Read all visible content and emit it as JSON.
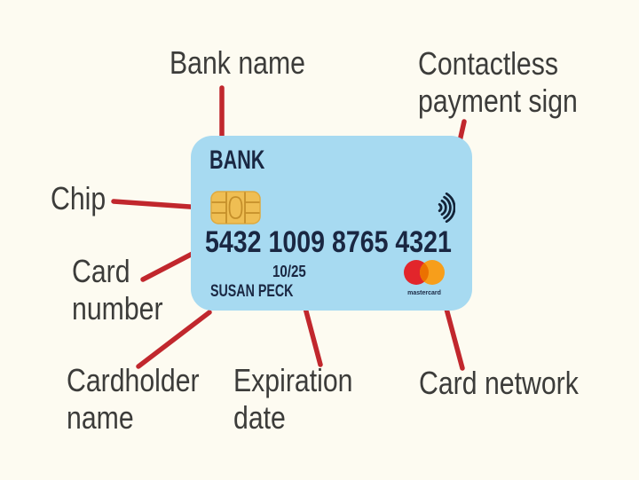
{
  "annotations": {
    "bank_name": {
      "lines": [
        "Bank name"
      ]
    },
    "contactless": {
      "lines": [
        "Contactless",
        "payment sign"
      ]
    },
    "chip": {
      "lines": [
        "Chip"
      ]
    },
    "card_number": {
      "lines": [
        "Card",
        "number"
      ]
    },
    "cardholder": {
      "lines": [
        "Cardholder",
        "name"
      ]
    },
    "expiration": {
      "lines": [
        "Expiration",
        "date"
      ]
    },
    "card_network": {
      "lines": [
        "Card network"
      ]
    }
  },
  "card": {
    "bank_name": "BANK",
    "card_number": "5432 1009 8765 4321",
    "expiration_date": "10/25",
    "cardholder_name": "SUSAN PECK",
    "network": "mastercard"
  },
  "icons": {
    "chip": "chip-icon",
    "contactless": "contactless-payment-icon",
    "network": "mastercard-logo"
  },
  "colors": {
    "background": "#FDFBF1",
    "card": "#A7DAF1",
    "accent_line": "#C1272D",
    "card_text": "#1A2742",
    "label_text": "#3C3C3A",
    "chip_gold": "#EFBE53",
    "chip_lines": "#C58F2A",
    "mastercard_red": "#E2252B",
    "mastercard_orange": "#F79E1B",
    "mastercard_overlap": "#EB7100"
  }
}
